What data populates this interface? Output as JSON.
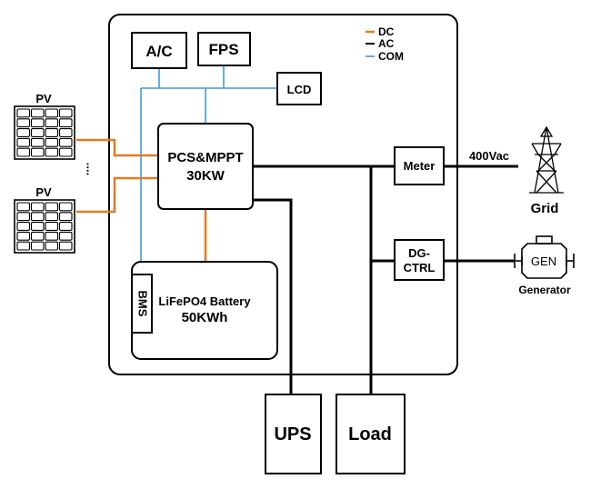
{
  "legend": {
    "dc": {
      "label": "DC",
      "color": "#e07b22"
    },
    "ac": {
      "label": "AC",
      "color": "#000000"
    },
    "com": {
      "label": "COM",
      "color": "#3d9ad9"
    }
  },
  "nodes": {
    "ac_unit": "A/C",
    "fps": "FPS",
    "lcd": "LCD",
    "pcs_line1": "PCS&MPPT",
    "pcs_line2": "30KW",
    "bms": "BMS",
    "battery_line1": "LiFePO4 Battery",
    "battery_line2": "50KWh",
    "meter": "Meter",
    "dg_line1": "DG-",
    "dg_line2": "CTRL",
    "ups": "UPS",
    "load": "Load",
    "pv_top": "PV",
    "pv_bottom": "PV",
    "pv_ellipsis": "....",
    "grid_voltage": "400Vac",
    "grid": "Grid",
    "gen_icon": "GEN",
    "generator": "Generator"
  },
  "icons": [
    "pv-panel-icon",
    "transmission-tower-icon",
    "generator-icon"
  ]
}
